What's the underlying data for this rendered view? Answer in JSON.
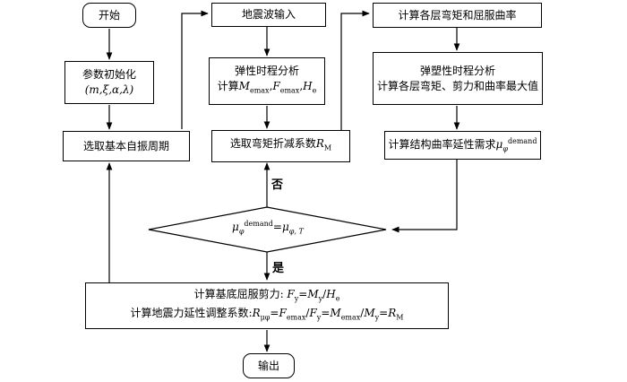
{
  "nodes": {
    "start": {
      "label": "开始"
    },
    "init": {
      "line1": "参数初始化",
      "line2": "(m,ξ,α,λ)"
    },
    "period": {
      "label": "选取基本自振周期"
    },
    "wave": {
      "label": "地震波输入"
    },
    "elastic": {
      "line1": "弹性时程分析",
      "line2_prefix": "计算",
      "m": "M",
      "m_sub": "emax",
      "f": "F",
      "f_sub": "emax",
      "h": "H",
      "h_sub": "e"
    },
    "reduction": {
      "prefix": "选取弯矩折减系数",
      "r": "R",
      "r_sub": "M"
    },
    "curve": {
      "label": "计算各层弯矩和屈服曲率"
    },
    "plastic": {
      "line1": "弹塑性时程分析",
      "line2": "计算各层弯矩、剪力和曲率最大值"
    },
    "demand": {
      "prefix": "计算结构曲率延性需求",
      "mu": "μ",
      "mu_sub": "φ",
      "mu_sup": "demand"
    },
    "decision": {
      "mu": "μ",
      "sub": "φ",
      "sup": "demand",
      "eq": "=",
      "mu2": "μ",
      "sub2": "φ, T"
    },
    "result": {
      "line1_prefix": "计算基底屈服剪力: ",
      "line1_formula": "F",
      "line2_prefix": "计算地震力延性调整系数:"
    },
    "end": {
      "label": "输出"
    }
  },
  "edge_labels": {
    "no": "否",
    "yes": "是"
  }
}
